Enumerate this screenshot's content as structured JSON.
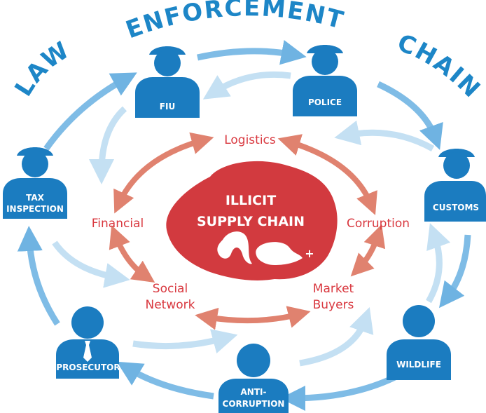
{
  "title": {
    "law": "LAW",
    "enforcement": "ENFORCEMENT",
    "chain": "CHAIN"
  },
  "agencies": {
    "fiu": "FIU",
    "police": "POLICE",
    "tax_line1": "TAX",
    "tax_line2": "INSPECTION",
    "customs": "CUSTOMS",
    "wildlife": "WILDLIFE",
    "anti_line1": "ANTI-",
    "anti_line2": "CORRUPTION",
    "prosecutor": "PROSECUTOR"
  },
  "activities": {
    "logistics": "Logistics",
    "financial": "Financial",
    "corruption": "Corruption",
    "social_line1": "Social",
    "social_line2": "Network",
    "market_line1": "Market",
    "market_line2": "Buyers"
  },
  "center": {
    "line1": "ILLICIT",
    "line2": "SUPPLY CHAIN",
    "plus": "+"
  },
  "colors": {
    "agency_blue": "#1b7cc0",
    "arrow_blue": "#7fbce6",
    "arrow_light": "#cfe5f5",
    "title_blue": "#1d86c7",
    "illicit_red": "#d23a3f",
    "arrow_salmon": "#e08a78"
  }
}
